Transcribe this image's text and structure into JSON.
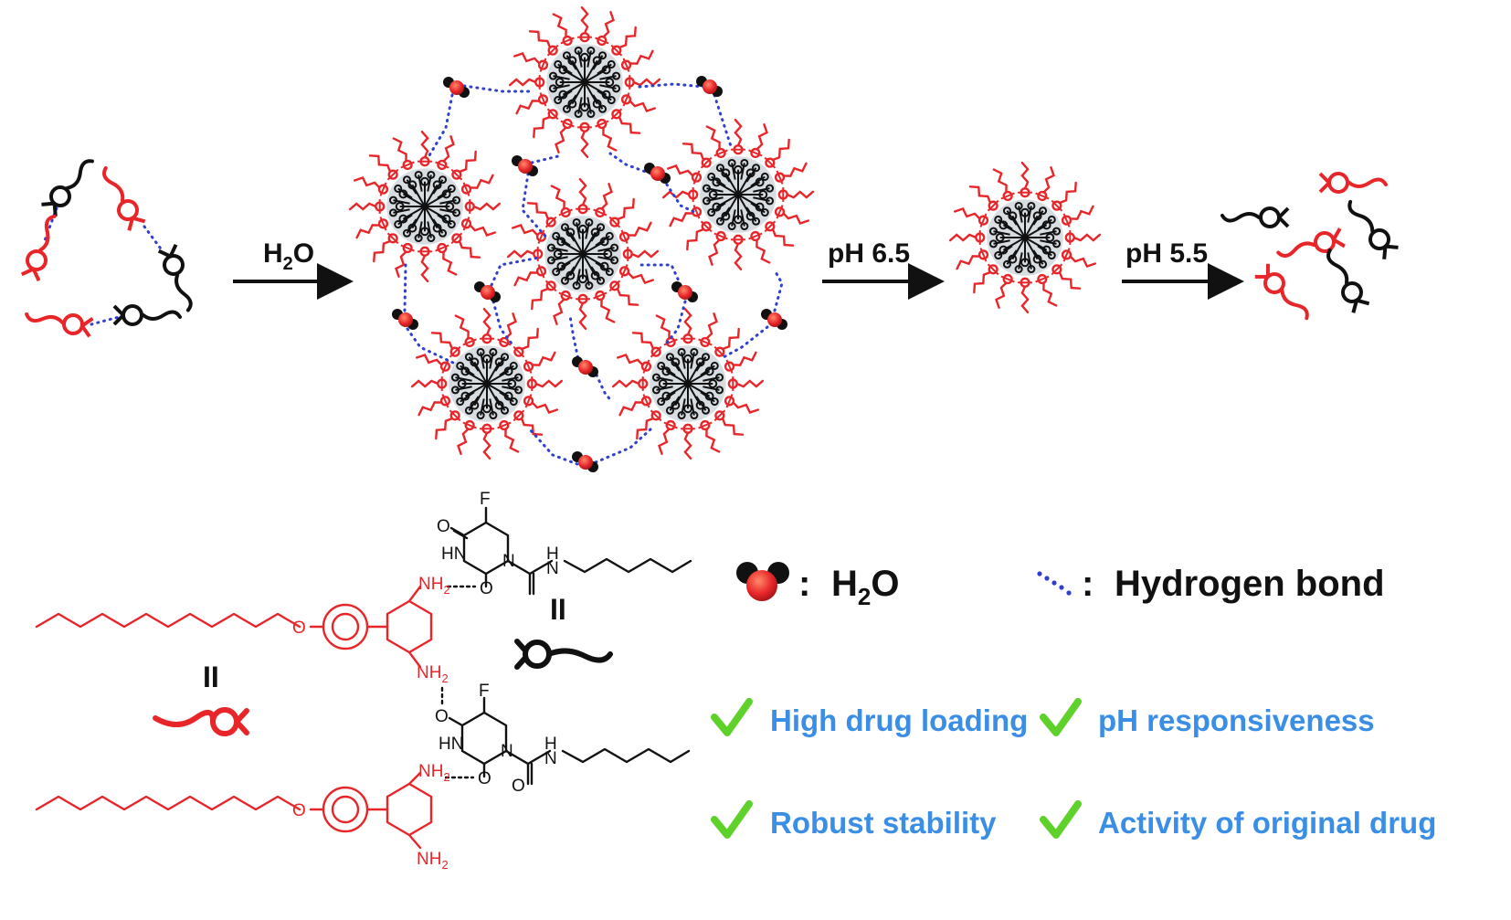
{
  "arrows": {
    "water": "H",
    "water_sub": "2",
    "water_tail": "O",
    "ph1": "pH 6.5",
    "ph2": "pH 5.5"
  },
  "legend": {
    "water_colon": ":",
    "water_h": "H",
    "water_sub": "2",
    "water_o": "O",
    "hbond_colon": ":",
    "hbond_label": "Hydrogen bond"
  },
  "features": [
    "High drug loading",
    "pH responsiveness",
    "Robust stability",
    "Activity of original drug"
  ],
  "chem": {
    "F": "F",
    "O": "O",
    "HN": "HN",
    "N": "N",
    "H": "H",
    "NH2": "NH",
    "sub2": "2",
    "roman": "II"
  },
  "colors": {
    "red": "#e8262a",
    "black": "#111111",
    "blue_dots": "#2f3fd0",
    "check": "#5fd12b",
    "feature_text": "#3a8ee6",
    "halo": "#d8dde2"
  }
}
